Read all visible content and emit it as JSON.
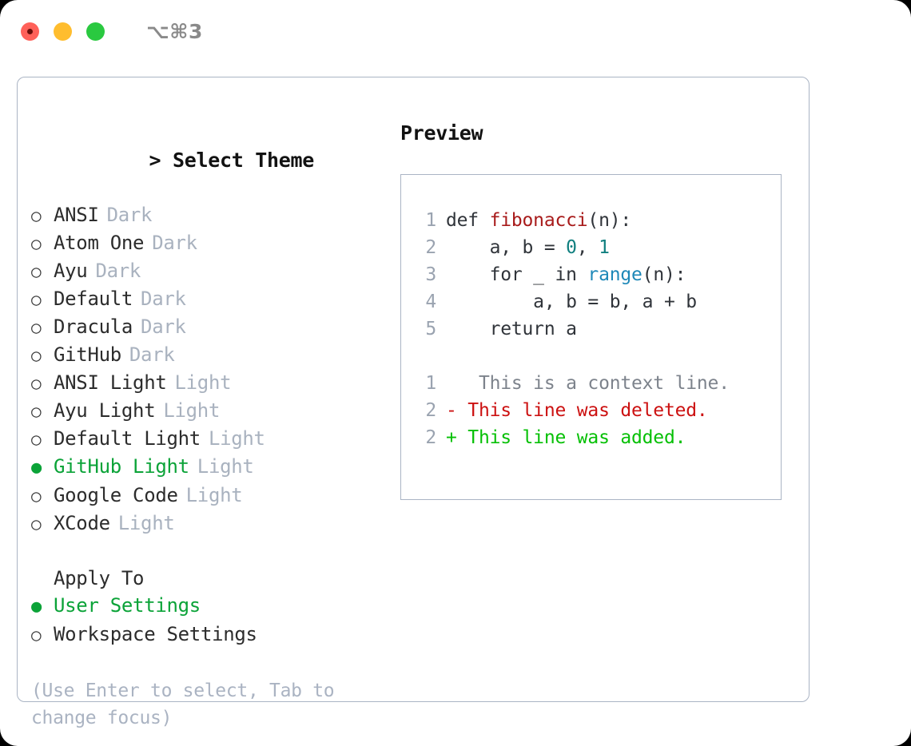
{
  "titlebar": {
    "shortcut": "⌥⌘3",
    "lights": [
      "close",
      "minimize",
      "zoom"
    ]
  },
  "left": {
    "header_prompt": "> ",
    "header_title": "Select Theme",
    "themes": [
      {
        "bullet": "○",
        "name": "ANSI",
        "kind": "Dark",
        "selected": false
      },
      {
        "bullet": "○",
        "name": "Atom One",
        "kind": "Dark",
        "selected": false
      },
      {
        "bullet": "○",
        "name": "Ayu",
        "kind": "Dark",
        "selected": false
      },
      {
        "bullet": "○",
        "name": "Default",
        "kind": "Dark",
        "selected": false
      },
      {
        "bullet": "○",
        "name": "Dracula",
        "kind": "Dark",
        "selected": false
      },
      {
        "bullet": "○",
        "name": "GitHub",
        "kind": "Dark",
        "selected": false
      },
      {
        "bullet": "○",
        "name": "ANSI Light",
        "kind": "Light",
        "selected": false
      },
      {
        "bullet": "○",
        "name": "Ayu Light",
        "kind": "Light",
        "selected": false
      },
      {
        "bullet": "○",
        "name": "Default Light",
        "kind": "Light",
        "selected": false
      },
      {
        "bullet": "●",
        "name": "GitHub Light",
        "kind": "Light",
        "selected": true
      },
      {
        "bullet": "○",
        "name": "Google Code",
        "kind": "Light",
        "selected": false
      },
      {
        "bullet": "○",
        "name": "XCode",
        "kind": "Light",
        "selected": false
      }
    ],
    "apply_to_label": "Apply To",
    "apply_to_options": [
      {
        "bullet": "●",
        "name": "User Settings",
        "selected": true
      },
      {
        "bullet": "○",
        "name": "Workspace Settings",
        "selected": false
      }
    ],
    "hint": "(Use Enter to select, Tab to change focus)"
  },
  "right": {
    "preview_title": "Preview",
    "code_lines": [
      {
        "no": "1",
        "parts": [
          {
            "t": "def ",
            "c": "plain"
          },
          {
            "t": "fibonacci",
            "c": "fn"
          },
          {
            "t": "(n):",
            "c": "plain"
          }
        ]
      },
      {
        "no": "2",
        "parts": [
          {
            "t": "    a, b = ",
            "c": "plain"
          },
          {
            "t": "0",
            "c": "num"
          },
          {
            "t": ", ",
            "c": "plain"
          },
          {
            "t": "1",
            "c": "num"
          }
        ]
      },
      {
        "no": "3",
        "parts": [
          {
            "t": "    for _ in ",
            "c": "plain"
          },
          {
            "t": "range",
            "c": "call"
          },
          {
            "t": "(n):",
            "c": "plain"
          }
        ]
      },
      {
        "no": "4",
        "parts": [
          {
            "t": "        a, b = b, a + b",
            "c": "plain"
          }
        ]
      },
      {
        "no": "5",
        "parts": [
          {
            "t": "    return a",
            "c": "plain"
          }
        ]
      }
    ],
    "diff_lines": [
      {
        "no": "1",
        "marker": " ",
        "text": "  This is a context line.",
        "kind": "ctx"
      },
      {
        "no": "2",
        "marker": "-",
        "text": " This line was deleted.",
        "kind": "del"
      },
      {
        "no": "2",
        "marker": "+",
        "text": " This line was added.",
        "kind": "add"
      }
    ]
  },
  "colors": {
    "accent_green": "#0ba338",
    "diff_add": "#06c006",
    "diff_del": "#cc1111",
    "fn_red": "#a81b1b",
    "num_teal": "#107f7f",
    "call_blue": "#1e88b8",
    "muted": "#a9b2bf",
    "border": "#aab4c4"
  }
}
